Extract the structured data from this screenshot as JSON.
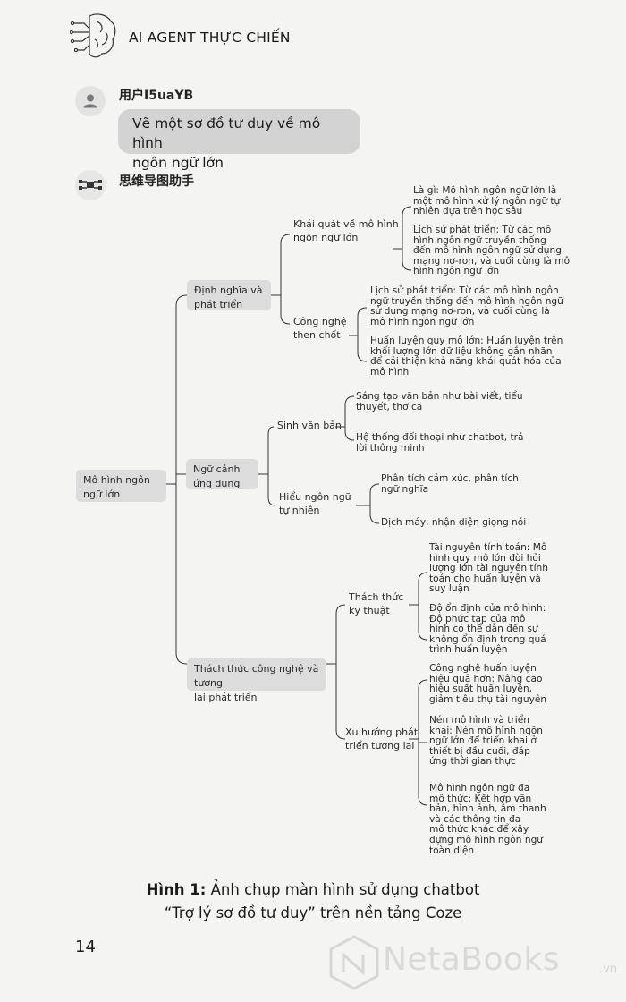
{
  "header": {
    "title": "AI AGENT THỰC CHIẾN",
    "logo_icon": "brain-circuit-icon"
  },
  "user": {
    "name": "用户I5uaYB",
    "avatar_icon": "person-icon",
    "message_lines": [
      "Vẽ một sơ đồ tư duy về mô hình",
      "ngôn ngữ lớn"
    ]
  },
  "bot": {
    "name": "思维导图助手",
    "avatar_icon": "robot-icon"
  },
  "mindmap": {
    "root": [
      "Mô hình ngôn",
      "ngữ lớn"
    ],
    "branches": [
      {
        "label": [
          "Định nghĩa và",
          "phát triển"
        ],
        "children": [
          {
            "label": [
              "Khái quát về mô hình",
              "ngôn ngữ lớn"
            ],
            "leaves": [
              [
                "Là gì: Mô hình ngôn ngữ lớn là",
                "một mô hình xử lý ngôn ngữ tự",
                "nhiên dựa trên học sâu"
              ],
              [
                "Lịch sử phát triển: Từ các mô",
                "hình ngôn ngữ truyền thống",
                "đến mô hình ngôn ngữ sử dụng",
                "mạng nơ-ron, và cuối cùng là mô",
                "hình ngôn ngữ lớn"
              ]
            ]
          },
          {
            "label": [
              "Công nghệ",
              "then chốt"
            ],
            "leaves": [
              [
                "Lịch sử phát triển: Từ các mô hình ngôn",
                "ngữ truyền thống đến mô hình ngôn ngữ",
                "sử dụng mạng nơ-ron, và cuối cùng là",
                "mô hình ngôn ngữ lớn"
              ],
              [
                "Huấn luyện quy mô lớn: Huấn luyện trên",
                "khối lượng lớn dữ liệu không gắn nhãn",
                "để cải thiện khả năng khái quát hóa của",
                "mô hình"
              ]
            ]
          }
        ]
      },
      {
        "label": [
          "Ngữ cảnh",
          "ứng dụng"
        ],
        "children": [
          {
            "label": [
              "Sinh văn bản"
            ],
            "leaves": [
              [
                "Sáng tạo văn bản như bài viết, tiểu",
                "thuyết, thơ ca"
              ],
              [
                "Hệ thống đối thoại như chatbot, trả",
                "lời thông minh"
              ]
            ]
          },
          {
            "label": [
              "Hiểu ngôn ngữ",
              "tự nhiên"
            ],
            "leaves": [
              [
                "Phân tích cảm xúc, phân tích",
                "ngữ nghĩa"
              ],
              [
                "Dịch máy, nhận diện giọng nói"
              ]
            ]
          }
        ]
      },
      {
        "label": [
          "Thách thức công nghệ và tương",
          "lai phát triển"
        ],
        "children": [
          {
            "label": [
              "Thách thức",
              "kỹ thuật"
            ],
            "leaves": [
              [
                "Tài nguyên tính toán: Mô",
                "hình quy mô lớn đòi hỏi",
                "lượng lớn tài nguyên tính",
                "toán cho huấn luyện và",
                "suy luận"
              ],
              [
                "Độ ổn định của mô hình:",
                "Độ phức tạp của mô",
                "hình có thể dẫn đến sự",
                "không ổn định trong quá",
                "trình huấn luyện"
              ]
            ]
          },
          {
            "label": [
              "Xu hướng phát",
              "triển tương lai"
            ],
            "leaves": [
              [
                "Công nghệ huấn luyện",
                "hiệu quả hơn: Nâng cao",
                "hiệu suất huấn luyện,",
                "giảm tiêu thụ tài nguyên"
              ],
              [
                "Nén mô hình và triển",
                "khai: Nén mô hình ngôn",
                "ngữ lớn để triển khai ở",
                "thiết bị đầu cuối, đáp",
                "ứng thời gian thực"
              ],
              [
                "Mô hình ngôn ngữ đa",
                "mô thức: Kết hợp văn",
                "bản, hình ảnh, âm thanh",
                "và các thông tin đa",
                "mô thức khác để xây",
                "dựng mô hình ngôn ngữ",
                "toàn diện"
              ]
            ]
          }
        ]
      }
    ]
  },
  "caption": {
    "label": "Hình 1:",
    "line1": " Ảnh chụp màn hình sử dụng chatbot",
    "line2": "“Trợ lý sơ đồ tư duy” trên nền tảng Coze"
  },
  "page_number": "14",
  "watermark": {
    "text": "NetaBooks",
    "suffix": ".vn",
    "icon": "netabooks-logo-icon"
  }
}
